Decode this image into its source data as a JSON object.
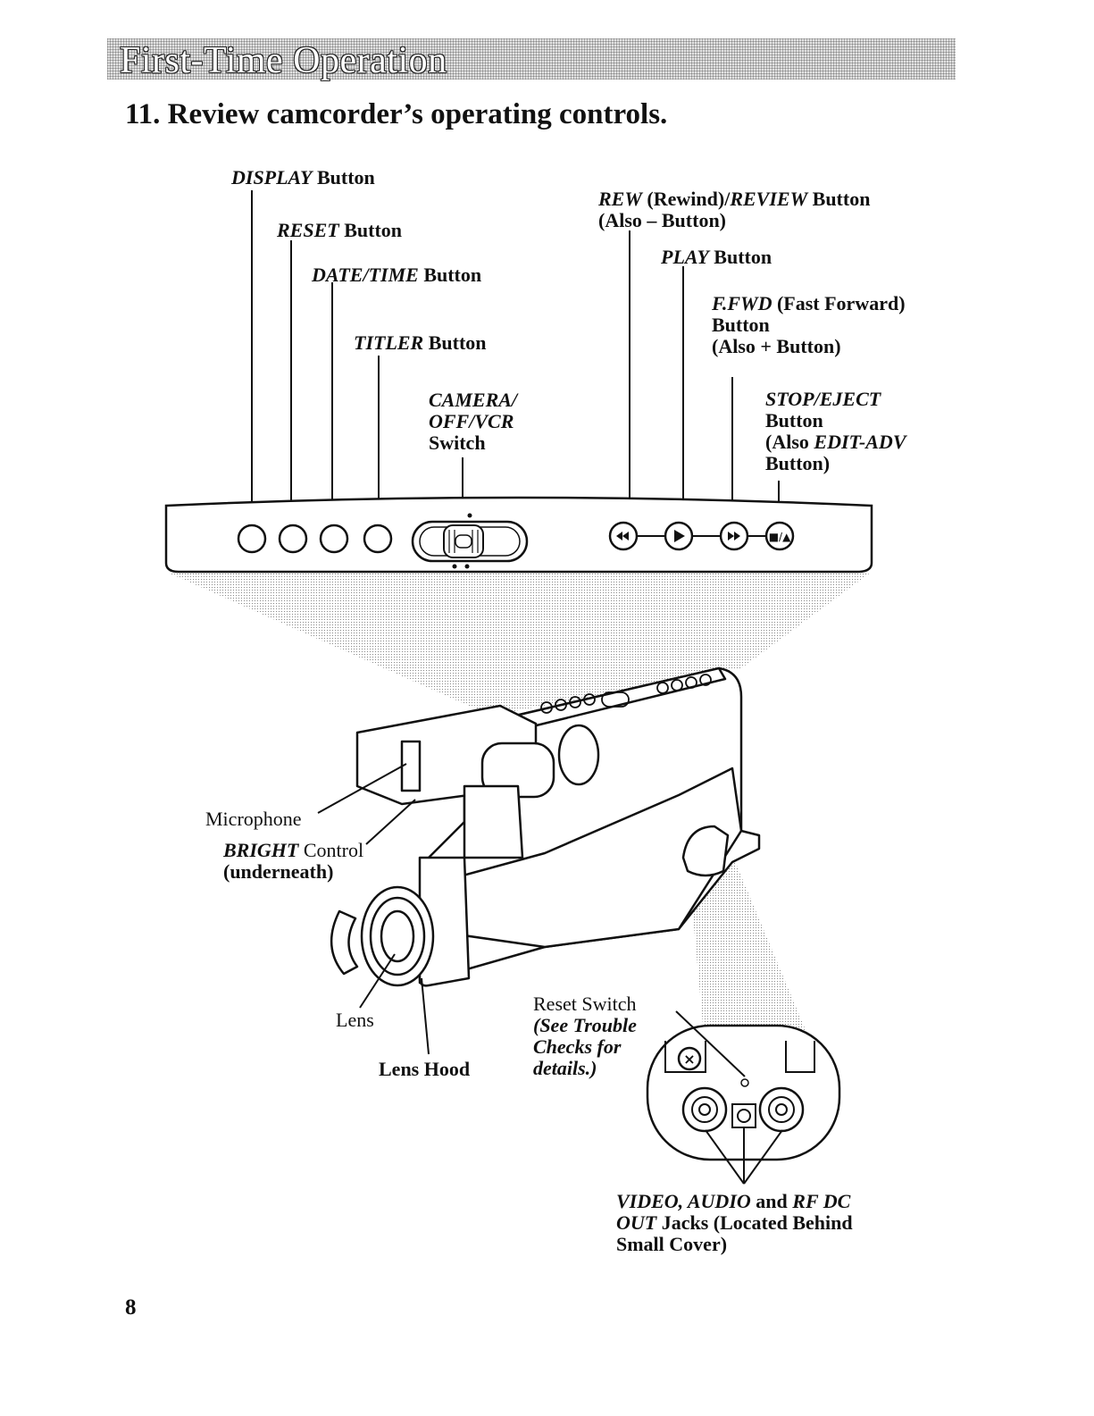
{
  "header": {
    "section_title": "First-Time Operation"
  },
  "step": {
    "heading": "11. Review camcorder’s operating controls."
  },
  "labels": {
    "display": {
      "italic": "DISPLAY",
      "rest": " Button"
    },
    "reset": {
      "italic": "RESET",
      "rest": " Button"
    },
    "date_time": {
      "italic": "DATE/TIME",
      "rest": " Button"
    },
    "titler": {
      "italic": "TITLER",
      "rest": " Button"
    },
    "camera_switch": {
      "line1": "CAMERA/",
      "line2": "OFF/VCR",
      "line3": "Switch"
    },
    "rew": {
      "italic1": "REW",
      "mid": " (Rewind)/",
      "italic2": "REVIEW",
      "rest": " Button",
      "line2": "(Also – Button)"
    },
    "play": {
      "italic": "PLAY",
      "rest": " Button"
    },
    "ffwd": {
      "italic": "F.FWD",
      "rest": " (Fast Forward)",
      "line2": "Button",
      "line3": "(Also + Button)"
    },
    "stop_eject": {
      "line1": "STOP/EJECT",
      "line2": "Button",
      "line3_pre": "(Also ",
      "line3_italic": "EDIT-ADV",
      "line4": "Button)"
    },
    "microphone": "Microphone",
    "bright": {
      "italic": "BRIGHT",
      "rest": " Control",
      "line2": "(underneath)"
    },
    "lens": "Lens",
    "lens_hood": "Lens Hood",
    "reset_switch": {
      "line1": "Reset Switch",
      "line2": "(See Trouble",
      "line3": "Checks for",
      "line4": "details.)"
    },
    "jacks": {
      "italic1": "VIDEO, AUDIO",
      "mid": " and ",
      "italic2": "RF DC",
      "line2_italic": "OUT",
      "line2_rest": " Jacks (Located Behind",
      "line3": "Small Cover)"
    }
  },
  "panel": {
    "stop_eject_glyph": "■/▲"
  },
  "footer": {
    "page_number": "8"
  }
}
